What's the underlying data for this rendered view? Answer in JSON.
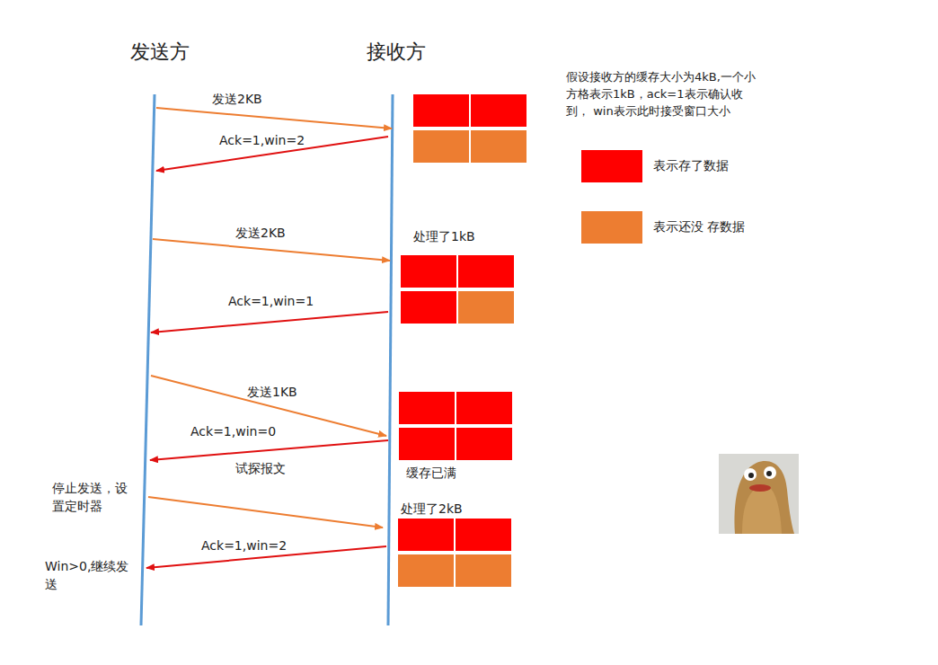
{
  "diagram": {
    "labels": [
      "发送方",
      "接收方",
      "假设接收方的缓存大小为4kB,一个小 方格表示1kB，ack=1表示确认收到， win表示此时接受窗口大小",
      "发送2KB",
      "Ack=1,win=2",
      "发送2KB",
      "处理了1kB",
      "Ack=1,win=1",
      "发送1KB",
      "Ack=1,win=0",
      "缓存已满",
      "停止发送，设 置定时器",
      "试探报文",
      "处理了2kB",
      "Ack=1,win=2",
      "Win>0,继续发 送"
    ],
    "legend": [
      {
        "text": "表示存了数据",
        "color": "#ff0000"
      },
      {
        "text": "表示还没 存数据",
        "color": "#ed7d31"
      }
    ]
  }
}
